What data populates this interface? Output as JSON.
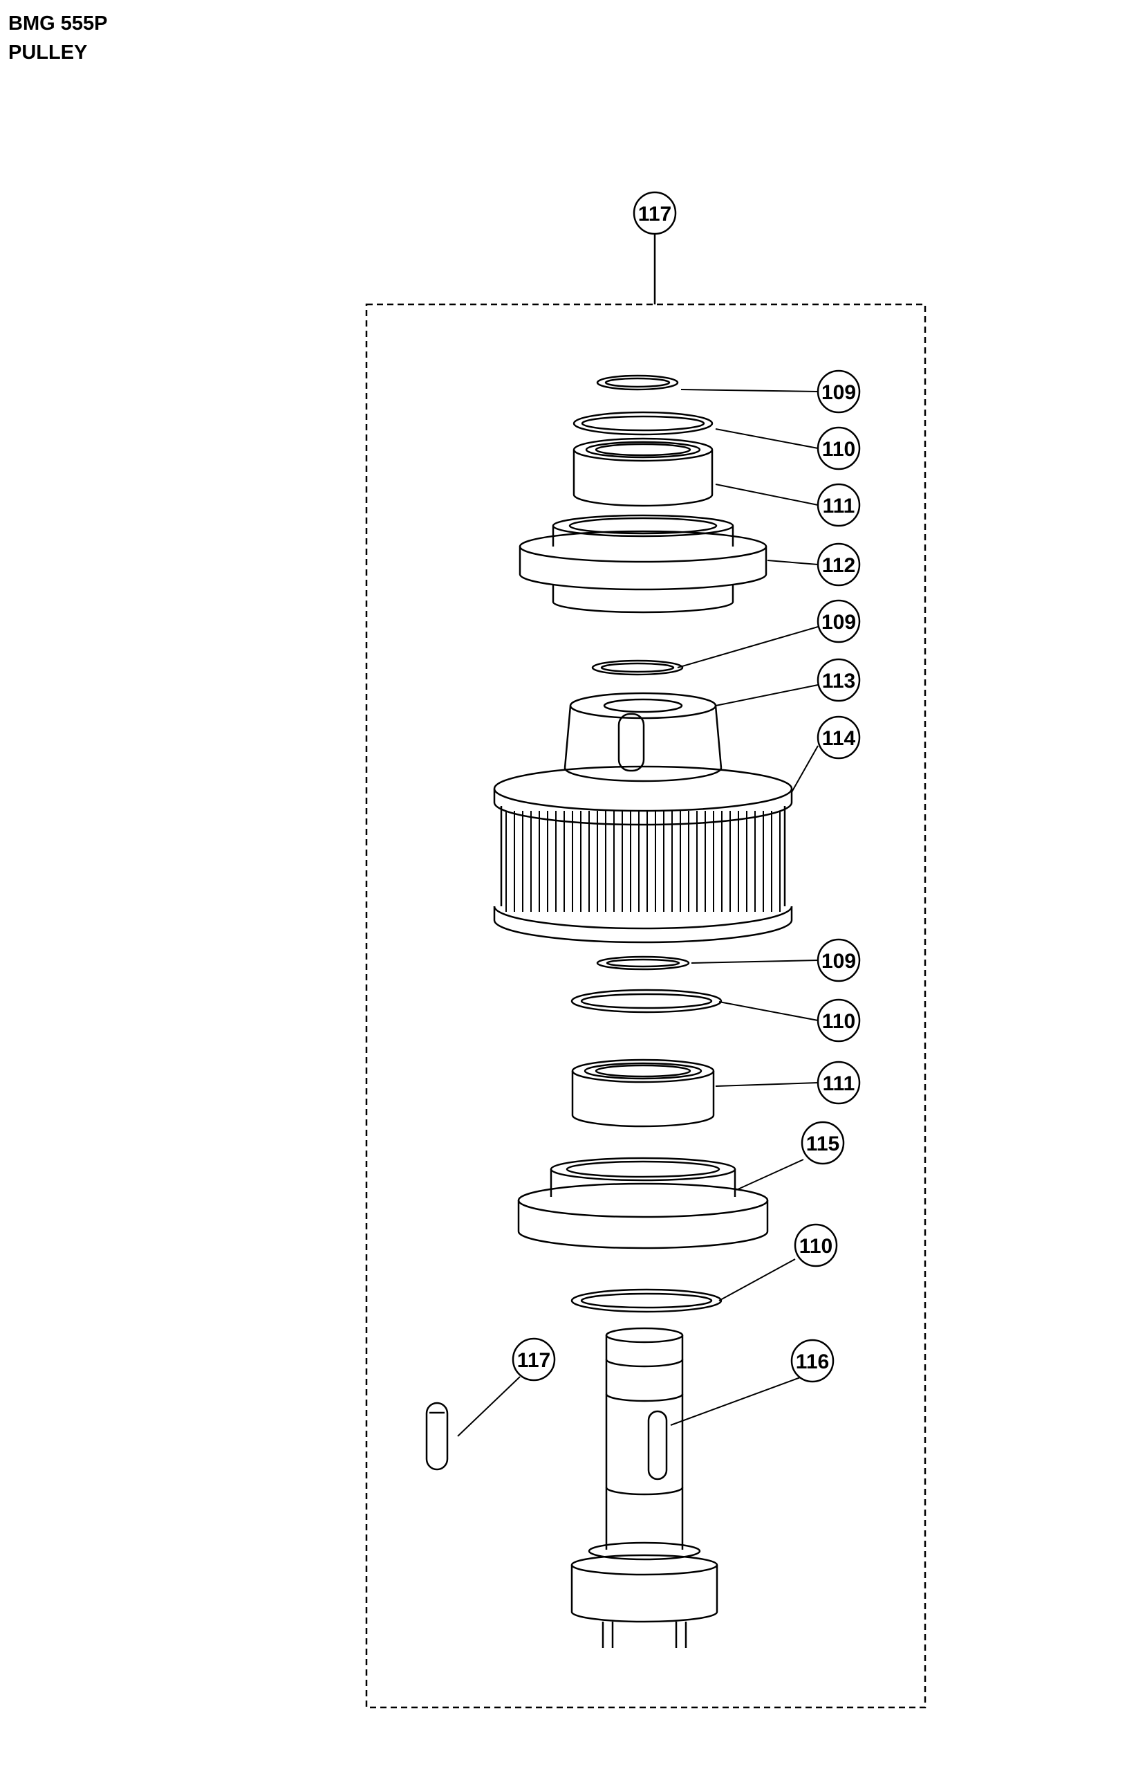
{
  "header": {
    "model": "BMG 555P",
    "assembly": "PULLEY"
  },
  "callouts": [
    {
      "id": "assembly",
      "label": "117"
    },
    {
      "id": "snap-ring-top",
      "label": "109"
    },
    {
      "id": "retaining-ring-top",
      "label": "110"
    },
    {
      "id": "bearing-top",
      "label": "111"
    },
    {
      "id": "bearing-housing-top",
      "label": "112"
    },
    {
      "id": "snap-ring-mid",
      "label": "109"
    },
    {
      "id": "bushing",
      "label": "113"
    },
    {
      "id": "pulley",
      "label": "114"
    },
    {
      "id": "snap-ring-low",
      "label": "109"
    },
    {
      "id": "retaining-ring-mid",
      "label": "110"
    },
    {
      "id": "bearing-low",
      "label": "111"
    },
    {
      "id": "bearing-housing-low",
      "label": "115"
    },
    {
      "id": "retaining-ring-low",
      "label": "110"
    },
    {
      "id": "key",
      "label": "117"
    },
    {
      "id": "shaft",
      "label": "116"
    }
  ]
}
